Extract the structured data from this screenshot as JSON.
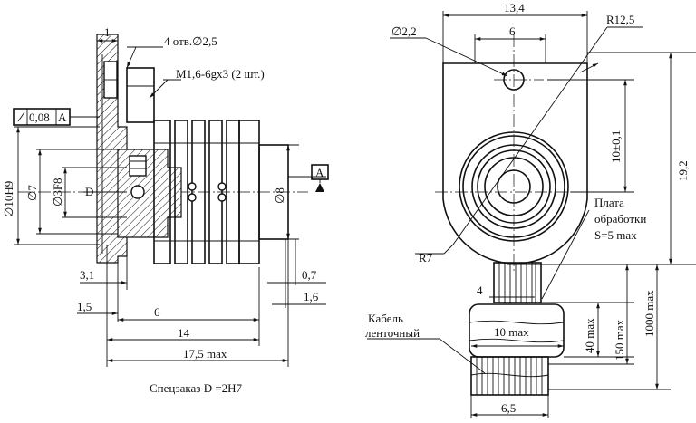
{
  "left_view": {
    "dims": {
      "thickness": "1",
      "holes": "4 отв.∅2,5",
      "thread": "М1,6-6gx3 (2 шт.)",
      "runout": "0,08",
      "datum": "A",
      "bore_d": "D",
      "dia_10": "∅10H9",
      "dia_7": "∅7",
      "dia_3": "∅3F8",
      "dia_8": "∅8",
      "d_3_1": "3,1",
      "d_1_5": "1,5",
      "d_6": "6",
      "d_0_7": "0,7",
      "d_1_6": "1,6",
      "d_14": "14",
      "d_17_5": "17,5 max"
    },
    "note": "Спецзаказ D =2H7"
  },
  "right_view": {
    "dims": {
      "d_13_4": "13,4",
      "hole_d": "∅2,2",
      "d_6": "6",
      "r_12_5": "R12,5",
      "d_10": "10±0,1",
      "d_19_2": "19,2",
      "r_7": "R7",
      "d_4": "4",
      "d_10max": "10 max",
      "d_40max": "40 max",
      "d_150max": "150 max",
      "d_1000max": "1000 max",
      "d_6_5": "6,5"
    },
    "plate_label": [
      "Плата",
      "обработки",
      "S=5 max"
    ],
    "cable_label": [
      "Кабель",
      "ленточный"
    ]
  }
}
